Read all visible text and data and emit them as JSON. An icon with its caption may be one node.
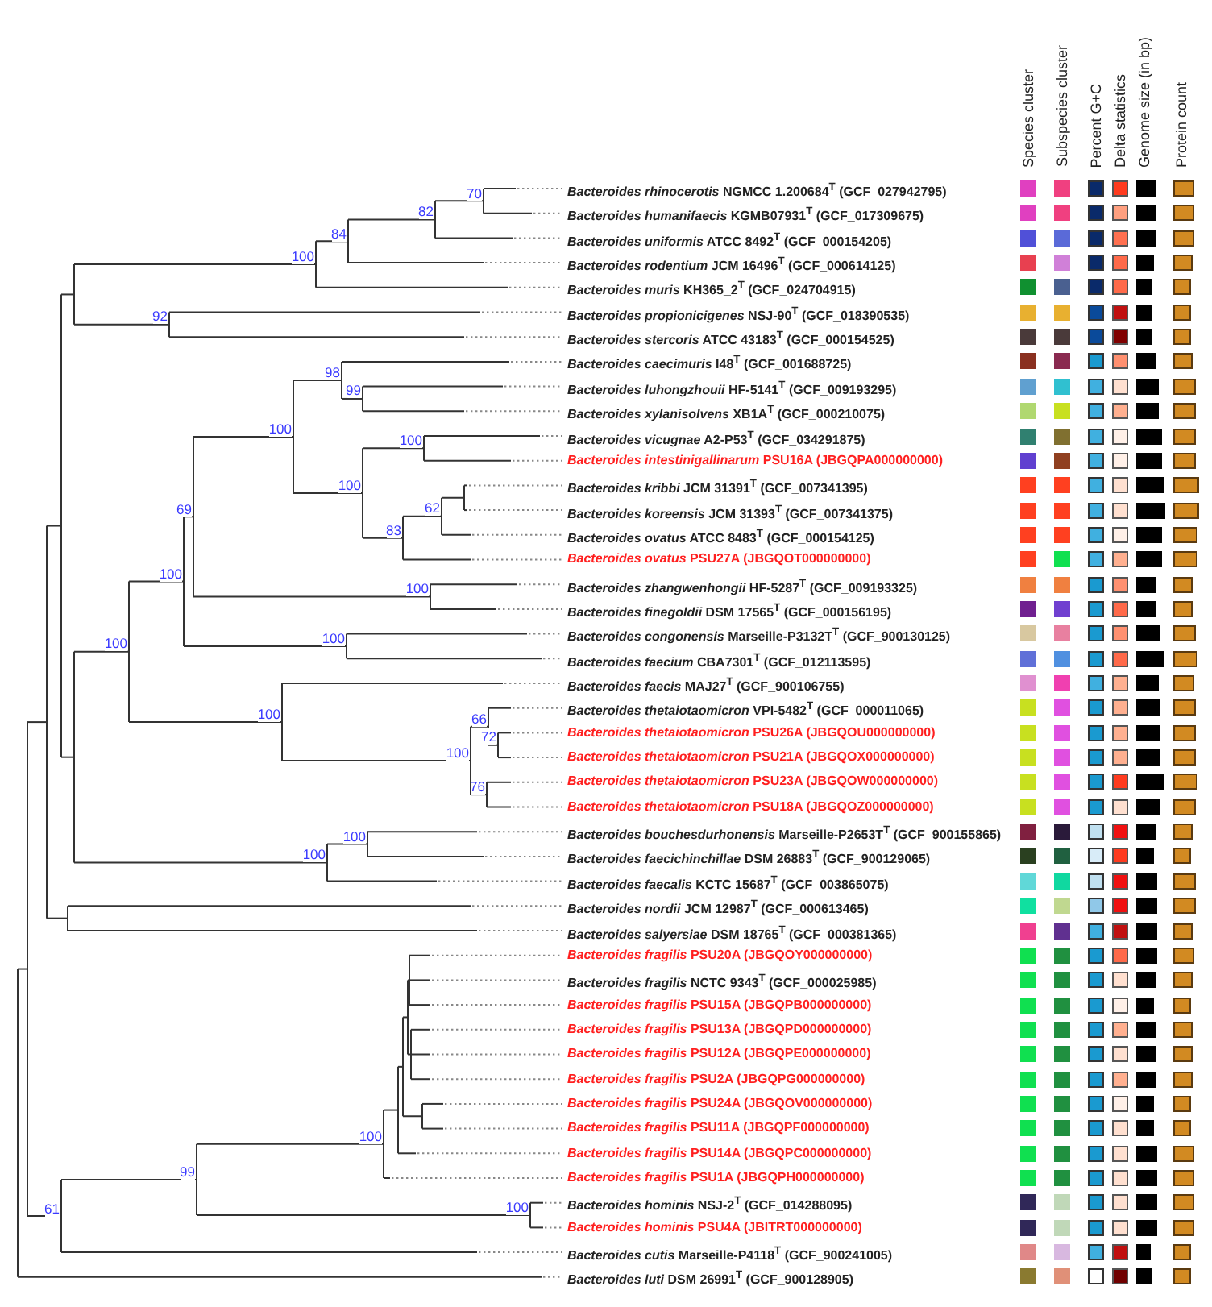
{
  "diagram": {
    "labels": [
      "Species cluster",
      "Subspecies cluster",
      "Percent G+C",
      "Delta statistics",
      "Genome size (in bp)",
      "Protein count",
      "*Bacteroides rhinocerotis* NGMCC 1.200684$^{T}$ (GCF_027942795)",
      "*Bacteroides humanifaecis* KGMB07931$^{T}$ (GCF_017309675)",
      "*Bacteroides uniformis* ATCC 8492$^{T}$ (GCF_000154205)",
      "*Bacteroides rodentium* JCM 16496$^{T}$ (GCF_000614125)",
      "*Bacteroides muris* KH365_2$^{T}$ (GCF_024704915)",
      "*Bacteroides propionicigenes* NSJ-90$^{T}$ (GCF_018390535)",
      "*Bacteroides stercoris* ATCC 43183$^{T}$ (GCF_000154525)",
      "*Bacteroides caecimuris* I48$^{T}$ (GCF_001688725)",
      "*Bacteroides luhongzhouii* HF-5141$^{T}$ (GCF_009193295)",
      "*Bacteroides xylanisolvens* XB1A$^{T}$ (GCF_000210075)",
      "*Bacteroides vicugnae* A2-P53$^{T}$ (GCF_034291875)",
      "*Bacteroides intestinigallinarum* PSU16A (JBGQPA000000000)",
      "*Bacteroides kribbi* JCM 31391$^{T}$ (GCF_007341395)",
      "*Bacteroides koreensis* JCM 31393$^{T}$ (GCF_007341375)",
      "*Bacteroides ovatus* ATCC 8483$^{T}$ (GCF_000154125)",
      "*Bacteroides ovatus* PSU27A (JBGQOT000000000)",
      "*Bacteroides zhangwenhongii* HF-5287$^{T}$ (GCF_009193325)",
      "*Bacteroides finegoldii* DSM 17565$^{T}$ (GCF_000156195)",
      "*Bacteroides congonensis* Marseille-P3132T$^{T}$ (GCF_900130125)",
      "*Bacteroides faecium* CBA7301$^{T}$ (GCF_012113595)",
      "*Bacteroides faecis* MAJ27$^{T}$ (GCF_900106755)",
      "*Bacteroides thetaiotaomicron* VPI-5482$^{T}$ (GCF_000011065)",
      "*Bacteroides thetaiotaomicron* PSU26A (JBGQOU000000000)",
      "*Bacteroides thetaiotaomicron* PSU21A (JBGQOX000000000)",
      "*Bacteroides thetaiotaomicron* PSU23A (JBGQOW000000000)",
      "*Bacteroides thetaiotaomicron* PSU18A (JBGQOZ000000000)",
      "*Bacteroides bouchesdurhonensis* Marseille-P2653T$^{T}$ (GCF_900155865)",
      "*Bacteroides faecichinchillae* DSM 26883$^{T}$ (GCF_900129065)",
      "*Bacteroides faecalis* KCTC 15687$^{T}$ (GCF_003865075)",
      "*Bacteroides nordii* JCM 12987$^{T}$ (GCF_000613465)",
      "*Bacteroides salyersiae* DSM 18765$^{T}$ (GCF_000381365)",
      "*Bacteroides fragilis* PSU20A (JBGQOY000000000)",
      "*Bacteroides fragilis* NCTC 9343$^{T}$ (GCF_000025985)",
      "*Bacteroides fragilis* PSU15A (JBGQPB000000000)",
      "*Bacteroides fragilis* PSU13A (JBGQPD000000000)",
      "*Bacteroides fragilis* PSU12A (JBGQPE000000000)",
      "*Bacteroides fragilis* PSU2A (JBGQPG000000000)",
      "*Bacteroides fragilis* PSU24A (JBGQOV000000000)",
      "*Bacteroides fragilis* PSU11A (JBGQPF000000000)",
      "*Bacteroides fragilis* PSU14A (JBGQPC000000000)",
      "*Bacteroides fragilis* PSU1A (JBGQPH000000000)",
      "*Bacteroides hominis* NSJ-2$^{T}$ (GCF_014288095)",
      "*Bacteroides hominis* PSU4A (JBITRT000000000)",
      "*Bacteroides cutis* Marseille-P4118$^{T}$ (GCF_900241005)",
      "*Bacteroides luti* DSM 26991$^{T}$ (GCF_900128905)",
      "70",
      "82",
      "84",
      "100",
      "92",
      "98",
      "99",
      "100",
      "100",
      "100",
      "69",
      "62",
      "83",
      "100",
      "100",
      "100",
      "100",
      "100",
      "66",
      "72",
      "100",
      "76",
      "100",
      "100",
      "100",
      "99",
      "61",
      "100"
    ]
  }
}
